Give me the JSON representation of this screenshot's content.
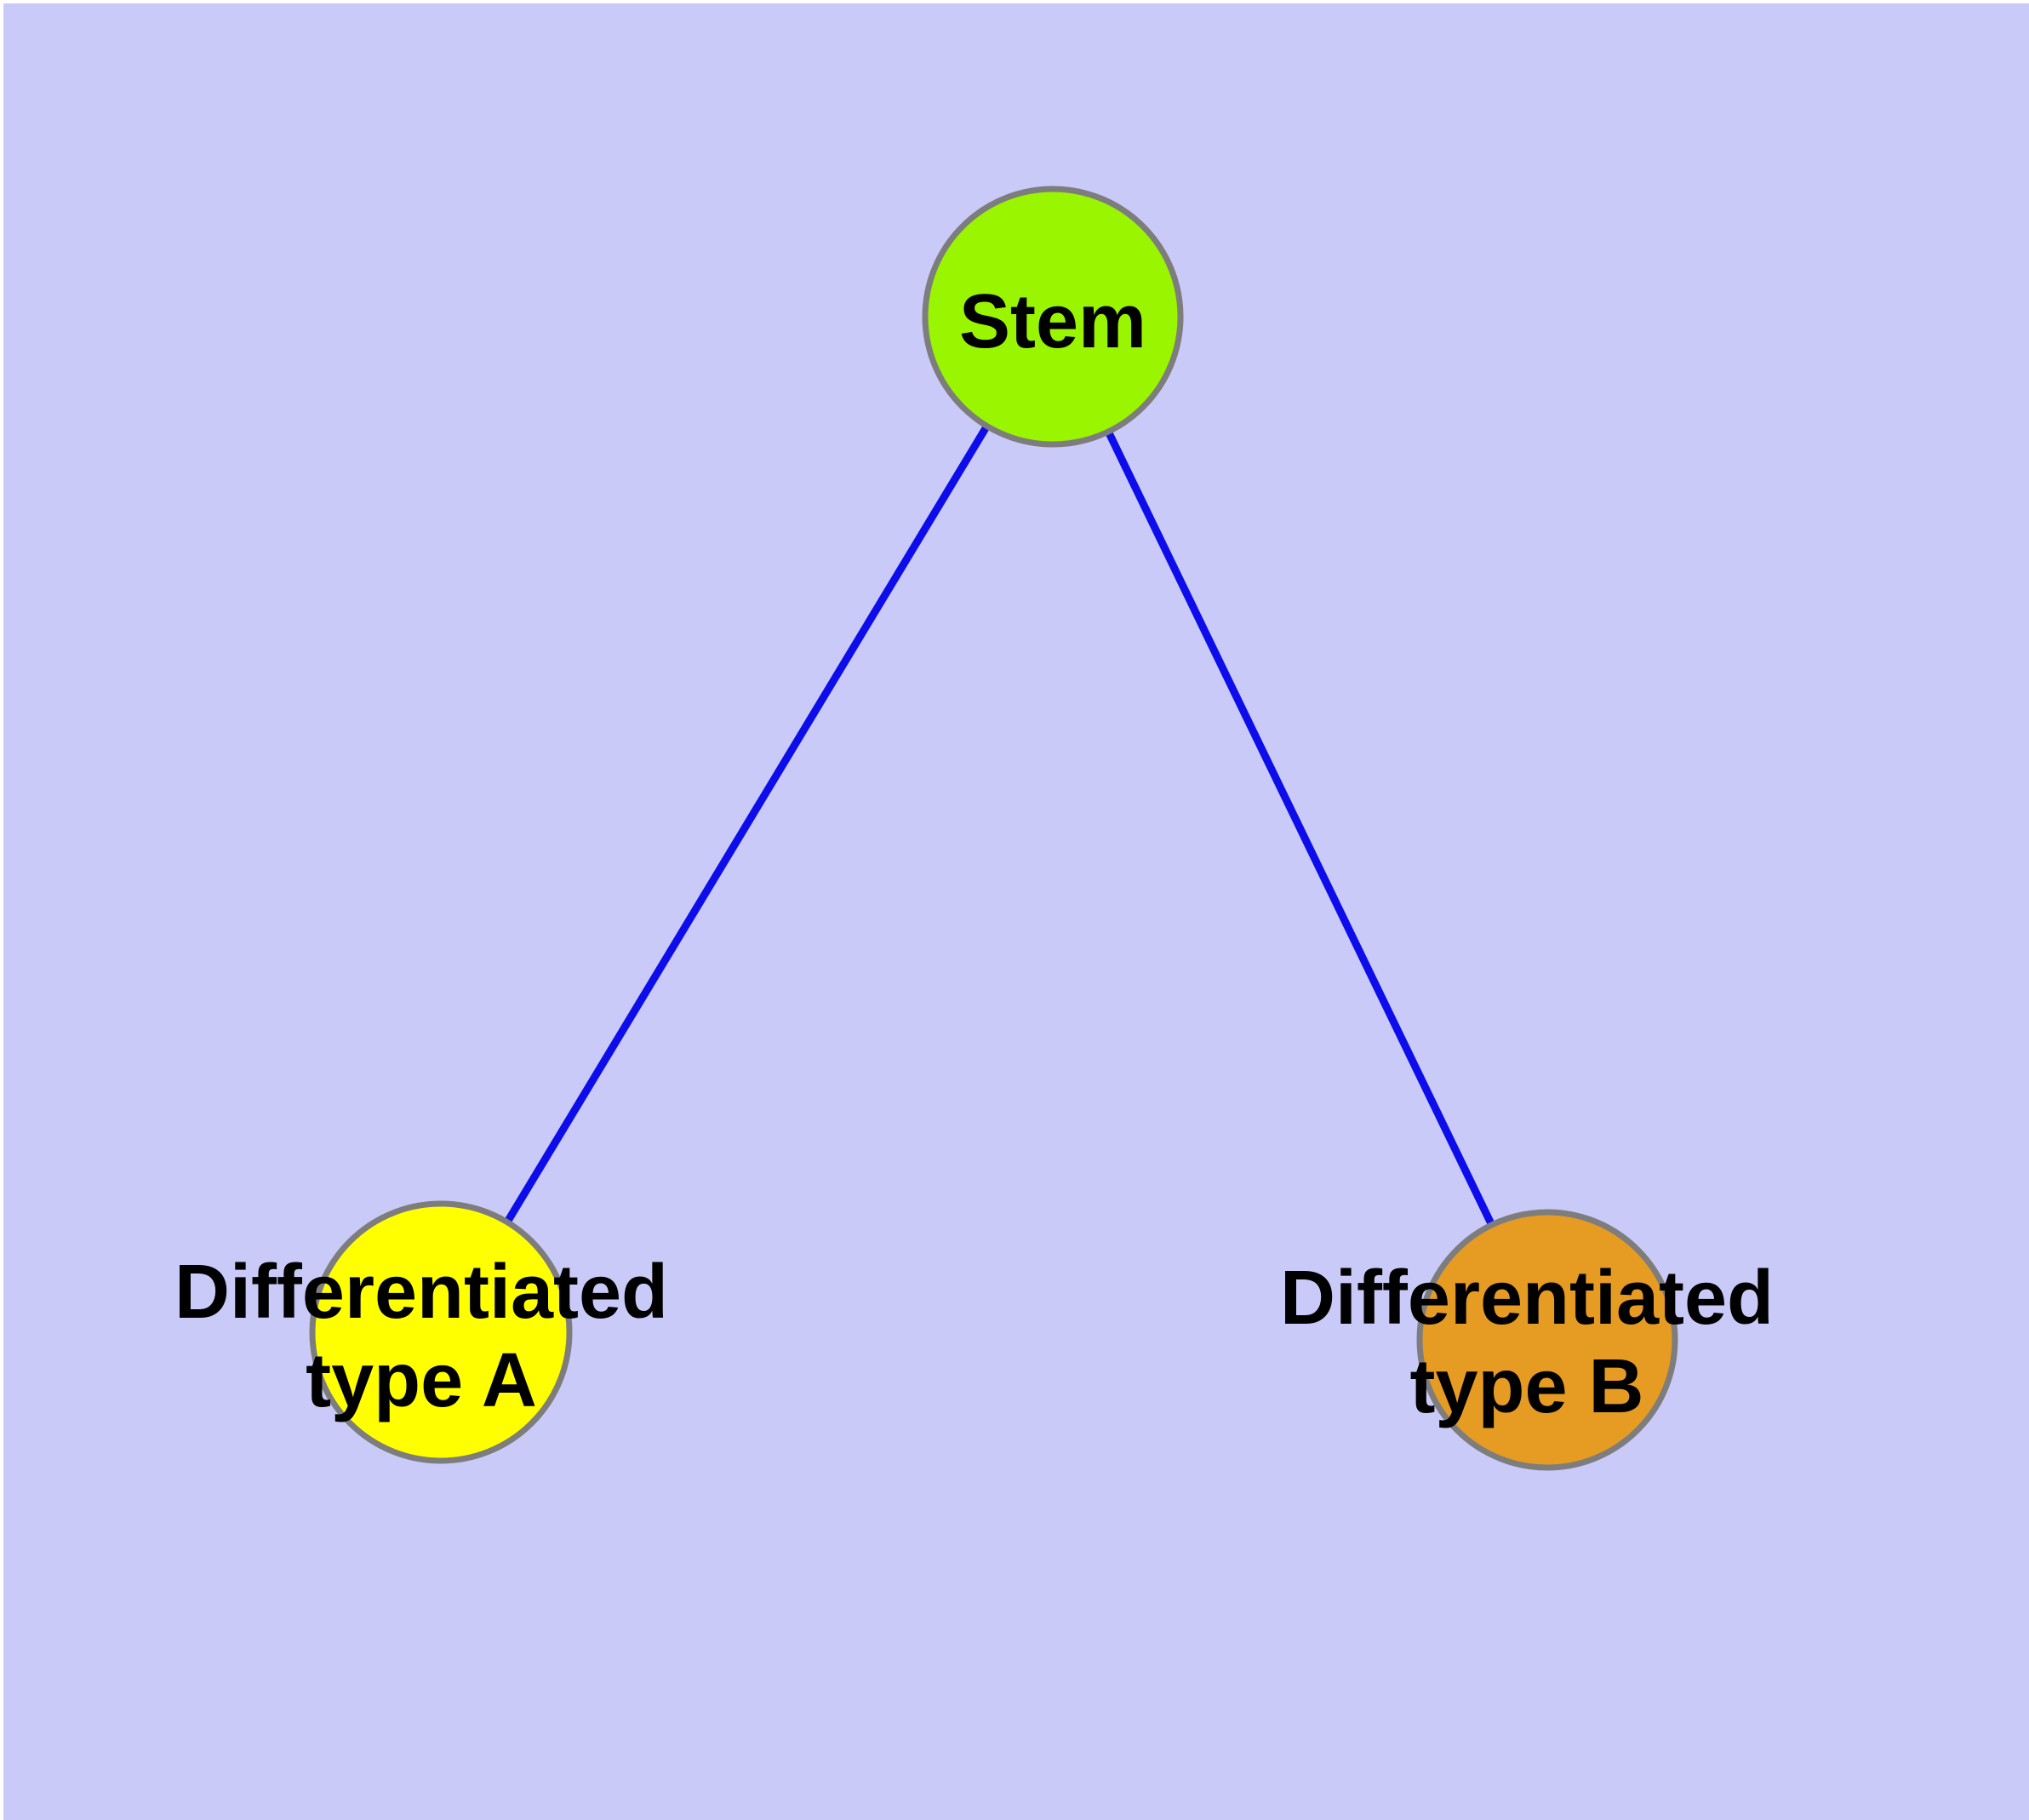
{
  "diagram": {
    "colors": {
      "background": "#cacaf8",
      "frame": "#ffffff",
      "edge": "#0d0deb",
      "node_border": "#7d7d7d",
      "label_text": "#000000",
      "stem_fill": "#99f500",
      "type_a_fill": "#ffff00",
      "type_b_fill": "#e69b23"
    },
    "nodes": [
      {
        "id": "stem",
        "label": "Stem",
        "label_lines": [
          "Stem"
        ],
        "fill": "#99f500"
      },
      {
        "id": "differentiated-type-a",
        "label": "Differentiated type A",
        "label_lines": [
          "Differentiated",
          "type A"
        ],
        "fill": "#ffff00"
      },
      {
        "id": "differentiated-type-b",
        "label": "Differentiated type B",
        "label_lines": [
          "Differentiated",
          "type B"
        ],
        "fill": "#e69b23"
      }
    ],
    "edges": [
      {
        "from": "Stem",
        "to": "Differentiated type A"
      },
      {
        "from": "Stem",
        "to": "Differentiated type B"
      }
    ]
  }
}
